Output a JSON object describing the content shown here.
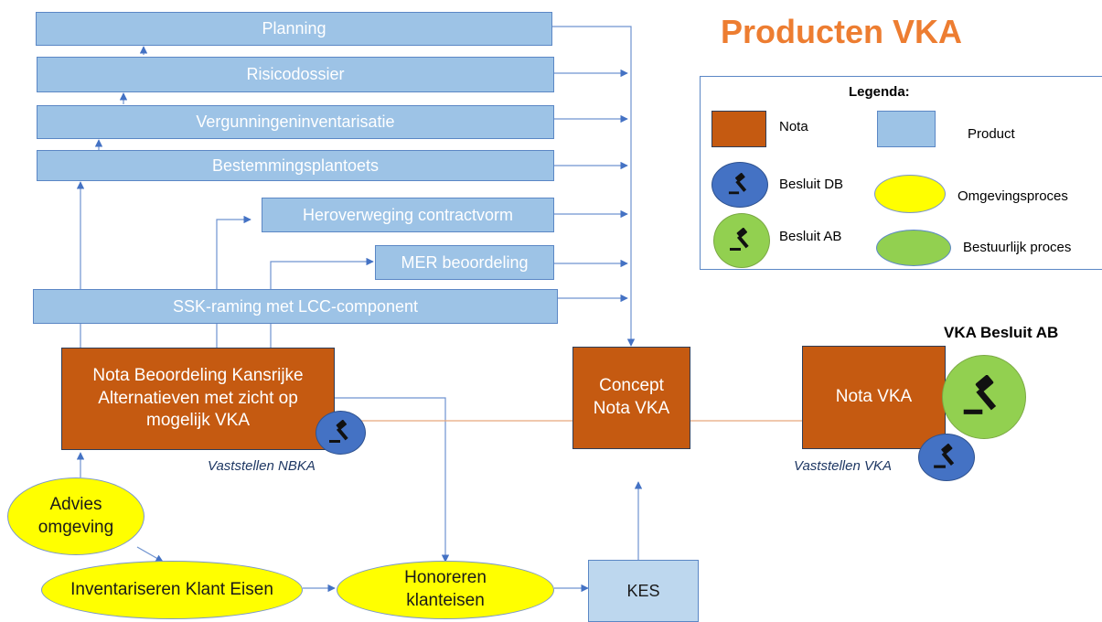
{
  "title": "Producten VKA",
  "products": {
    "planning": "Planning",
    "risicodossier": "Risicodossier",
    "vergunningen": "Vergunningeninventarisatie",
    "bestemmingsplantoets": "Bestemmingsplantoets",
    "heroverweging": "Heroverweging contractvorm",
    "mer": "MER beoordeling",
    "ssk": "SSK-raming met LCC-component"
  },
  "nota_nbka": "Nota Beoordeling Kansrijke Alternatieven met zicht op mogelijk VKA",
  "concept_nota": "Concept Nota VKA",
  "nota_vka": "Nota VKA",
  "kes": "KES",
  "advies_omgeving": "Advies omgeving",
  "inventariseren": "Inventariseren Klant Eisen",
  "honoreren": "Honoreren klanteisen",
  "captions": {
    "vaststellen_nbka": "Vaststellen NBKA",
    "vaststellen_vka": "Vaststellen VKA",
    "vka_besluit_ab": "VKA Besluit AB"
  },
  "legend": {
    "title": "Legenda:",
    "nota": "Nota",
    "product": "Product",
    "besluit_db": "Besluit DB",
    "besluit_ab": "Besluit AB",
    "omgevingsproces": "Omgevingsproces",
    "bestuurlijk": "Bestuurlijk proces"
  },
  "colors": {
    "nota": "#c55a11",
    "product": "#9dc3e6",
    "omgeving": "#ffff00",
    "bestuurlijk": "#92d050",
    "besluit_db": "#4472c4",
    "title": "#ed7d31"
  },
  "icons": [
    "gavel-icon",
    "arrow-icon"
  ]
}
